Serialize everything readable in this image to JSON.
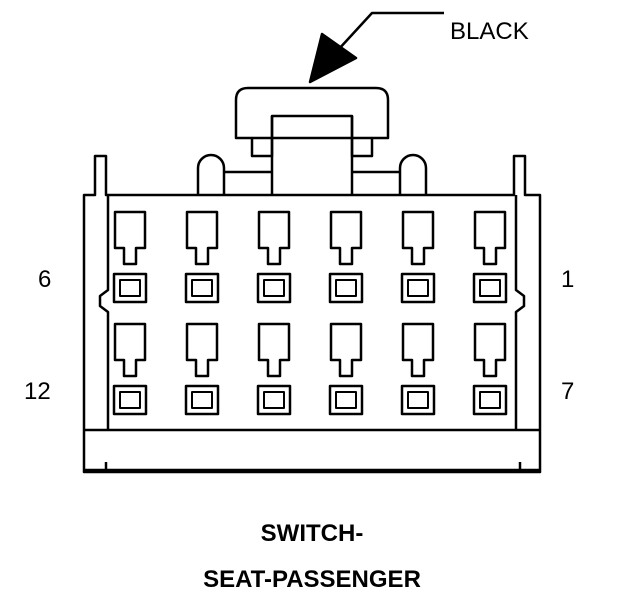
{
  "connector": {
    "color_label": "BLACK",
    "pin_labels": {
      "top_left": "6",
      "top_right": "1",
      "bottom_left": "12",
      "bottom_right": "7"
    },
    "title_line1": "SWITCH-",
    "title_line2": "SEAT-PASSENGER",
    "rows": 2,
    "cavities_per_row": 6
  },
  "colors": {
    "line": "#000000",
    "background": "#ffffff"
  }
}
